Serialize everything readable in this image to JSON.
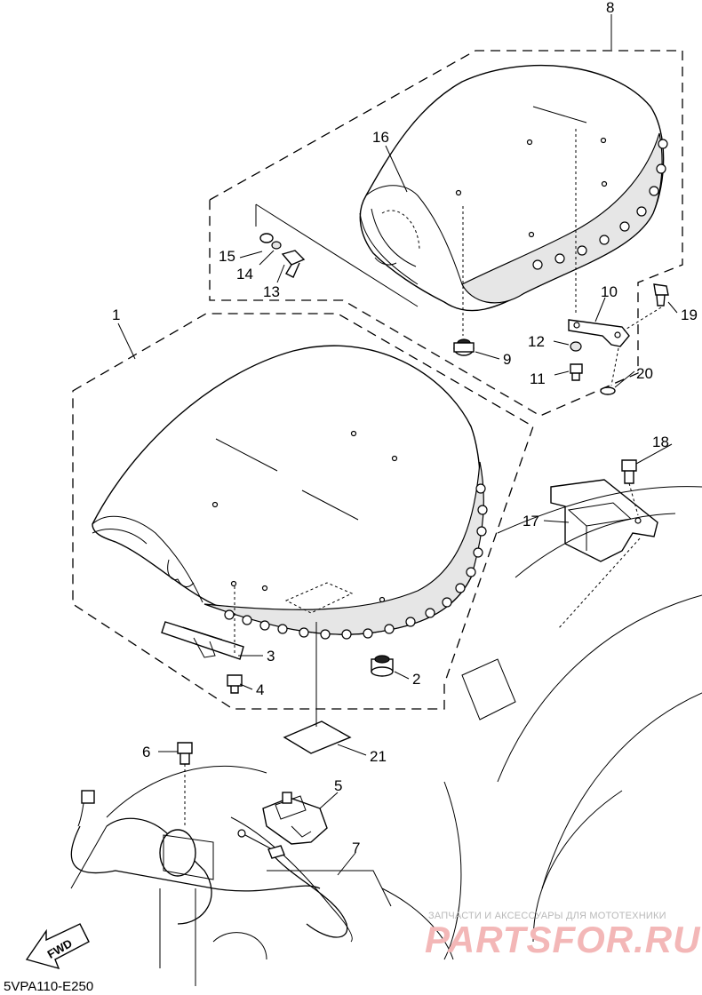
{
  "diagram": {
    "callouts": [
      {
        "id": "1",
        "label": "1"
      },
      {
        "id": "2",
        "label": "2"
      },
      {
        "id": "3",
        "label": "3"
      },
      {
        "id": "4",
        "label": "4"
      },
      {
        "id": "5",
        "label": "5"
      },
      {
        "id": "6",
        "label": "6"
      },
      {
        "id": "7",
        "label": "7"
      },
      {
        "id": "8",
        "label": "8"
      },
      {
        "id": "9",
        "label": "9"
      },
      {
        "id": "10",
        "label": "10"
      },
      {
        "id": "11",
        "label": "11"
      },
      {
        "id": "12",
        "label": "12"
      },
      {
        "id": "13",
        "label": "13"
      },
      {
        "id": "14",
        "label": "14"
      },
      {
        "id": "15",
        "label": "15"
      },
      {
        "id": "16",
        "label": "16"
      },
      {
        "id": "17",
        "label": "17"
      },
      {
        "id": "18",
        "label": "18"
      },
      {
        "id": "19",
        "label": "19"
      },
      {
        "id": "20",
        "label": "20"
      },
      {
        "id": "21",
        "label": "21"
      }
    ],
    "fwd_label": "FWD",
    "ref_code": "5VPA110-E250"
  },
  "watermark": {
    "tagline": "ЗАПЧАСТИ И АКСЕССУАРЫ ДЛЯ МОТОТЕХНИКИ",
    "logo": "PARTSFOR.RU"
  },
  "colors": {
    "line": "#000000",
    "watermark_logo": "#f3b7b7",
    "watermark_text": "#b9b9b9"
  }
}
